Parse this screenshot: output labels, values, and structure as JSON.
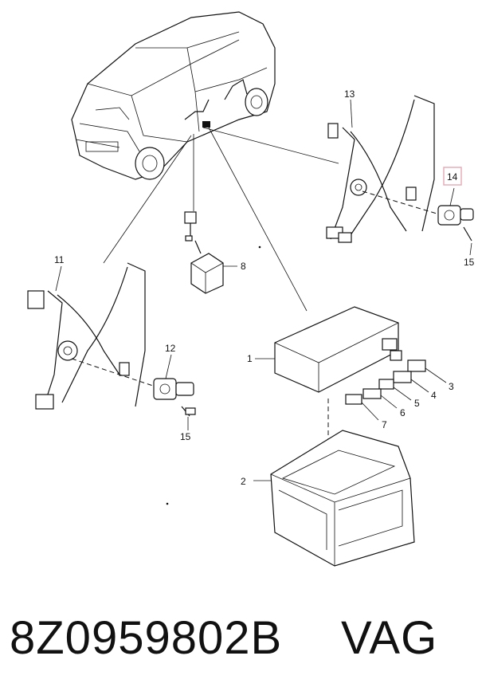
{
  "callouts": {
    "c1": "1",
    "c2": "2",
    "c3": "3",
    "c4": "4",
    "c5": "5",
    "c6": "6",
    "c7": "7",
    "c8": "8",
    "c11": "11",
    "c12": "12",
    "c13": "13",
    "c14": "14",
    "c15a": "15",
    "c15b": "15"
  },
  "highlight_color": "#e7a7b4",
  "caption": {
    "part_number": "8Z0959802B",
    "brand": "VAG"
  }
}
